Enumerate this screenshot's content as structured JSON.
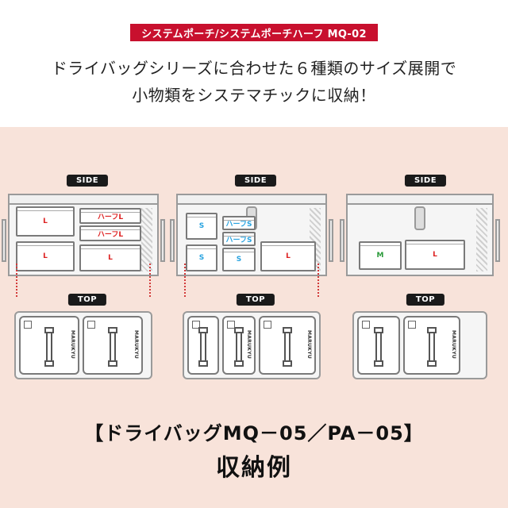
{
  "header": {
    "banner": "システムポーチ/システムポーチハーフ MQ-02",
    "line1": "ドライバッグシリーズに合わせた６種類のサイズ展開で",
    "line2": "小物類をシステマチックに収納！"
  },
  "labels": {
    "side": "SIDE",
    "top": "TOP",
    "brand": "MARUKYU"
  },
  "panels": [
    {
      "boxes": [
        "L",
        "ハーフL",
        "ハーフL",
        "L",
        "L"
      ]
    },
    {
      "boxes": [
        "S",
        "ハーフS",
        "ハーフS",
        "S",
        "S",
        "L"
      ]
    },
    {
      "boxes": [
        "M",
        "L"
      ]
    }
  ],
  "footer": {
    "title": "【ドライバッグMQ－05／PA－05】",
    "subtitle": "収納例"
  },
  "colors": {
    "banner": "#c8102e",
    "background": "#f8e3da",
    "label_red": "#dd2222",
    "label_blue": "#28a3e0",
    "label_green": "#2a9a3a"
  }
}
